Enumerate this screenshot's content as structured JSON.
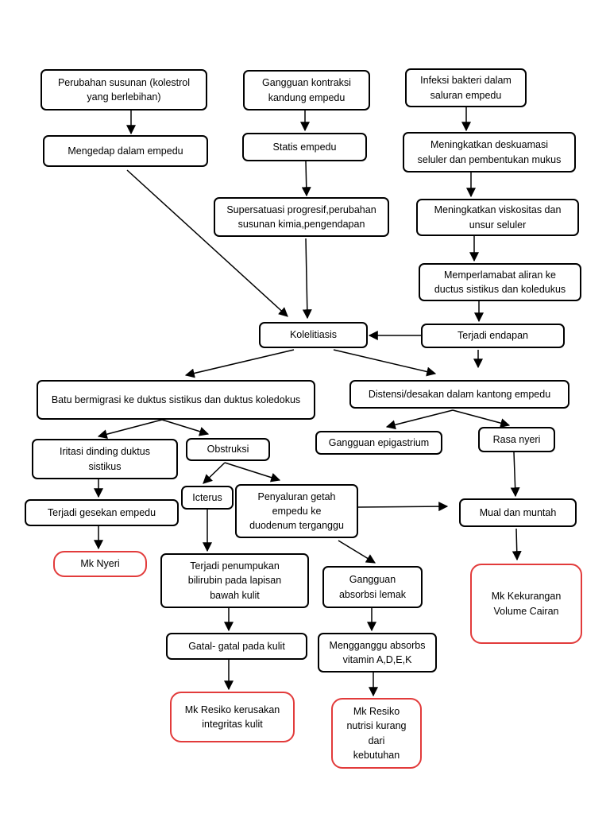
{
  "nodes": {
    "n1": "Perubahan susunan (kolestrol\nyang berlebihan)",
    "n2": "Gangguan kontraksi\nkandung empedu",
    "n3": "Infeksi bakteri dalam\nsaluran empedu",
    "n4": "Mengedap dalam empedu",
    "n5": "Statis empedu",
    "n6": "Meningkatkan deskuamasi\nseluler dan pembentukan mukus",
    "n7": "Supersatuasi progresif,perubahan\nsusunan kimia,pengendapan",
    "n8": "Meningkatkan viskositas dan\nunsur seluler",
    "n9": "Memperlamabat aliran ke\nductus sistikus dan koledukus",
    "n10": "Kolelitiasis",
    "n11": "Terjadi endapan",
    "n12": "Batu bermigrasi ke duktus sistikus dan duktus koledokus",
    "n13": "Distensi/desakan dalam kantong empedu",
    "n14": "Iritasi dinding  duktus\nsistikus",
    "n15": "Obstruksi",
    "n16": "Gangguan epigastrium",
    "n17": "Rasa nyeri",
    "n18": "Terjadi gesekan empedu",
    "n19": "Icterus",
    "n20": "Penyaluran getah\nempedu ke\nduodenum terganggu",
    "n21": "Mual dan muntah",
    "n22": "Mk Nyeri",
    "n23": "Terjadi penumpukan\nbilirubin pada lapisan\nbawah kulit",
    "n24": "Gangguan\nabsorbsi lemak",
    "n25": "Mk Kekurangan\nVolume Cairan",
    "n26": "Gatal- gatal pada kulit",
    "n27": "Mengganggu absorbs\nvitamin A,D,E,K",
    "n28": "Mk Resiko kerusakan\nintegritas kulit",
    "n29": "Mk Resiko\nnutrisi kurang\ndari\nkebutuhan"
  },
  "colors": {
    "diagnosis_border": "#e23b3b",
    "box_border": "#000000"
  }
}
